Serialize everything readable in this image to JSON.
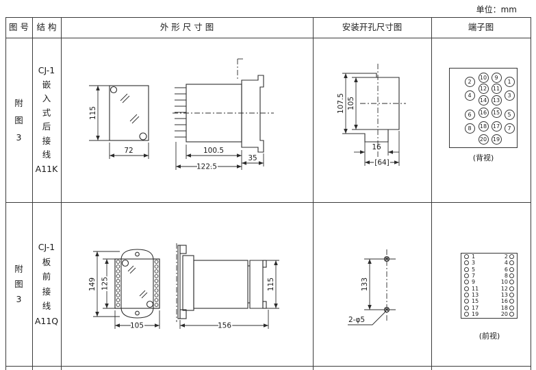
{
  "unit_label": "单位：mm",
  "headers": {
    "figure_no": "图 号",
    "structure": "结 构",
    "outline": "外 形 尺 寸 图",
    "mounting": "安装开孔尺寸图",
    "terminal": "端子图"
  },
  "rows": [
    {
      "figure_no": "附\n图\n3",
      "structure": "CJ-1\n嵌\n入\n式\n后\n接\n线\nA11K",
      "outline": {
        "height": "115",
        "width": "72",
        "depth_body": "100.5",
        "depth_total": "122.5",
        "flange": "35"
      },
      "mounting": {
        "height_outer": "107.5",
        "height_inner": "105",
        "notch": "16",
        "width": "[64]"
      },
      "terminal": {
        "caption": "(背视)",
        "outer_left": [
          "2",
          "4",
          "6",
          "8"
        ],
        "inner_left": [
          "10",
          "12",
          "14",
          "16",
          "18",
          "20"
        ],
        "inner_right": [
          "9",
          "11",
          "13",
          "15",
          "17",
          "19"
        ],
        "outer_right": [
          "1",
          "3",
          "5",
          "7"
        ]
      }
    },
    {
      "figure_no": "附\n图\n3",
      "structure": "CJ-1\n板\n前\n接\n线\nA11Q",
      "outline": {
        "height_outer": "149",
        "height_inner": "125",
        "width": "105",
        "depth_total": "156",
        "rear_height": "115"
      },
      "mounting": {
        "spacing": "133",
        "holes": "2-φ5"
      },
      "terminal": {
        "caption": "(前视)",
        "left": [
          "1",
          "3",
          "5",
          "7",
          "9",
          "11",
          "13",
          "15",
          "17",
          "19"
        ],
        "right": [
          "2",
          "4",
          "6",
          "8",
          "10",
          "12",
          "13",
          "16",
          "18",
          "20"
        ]
      }
    }
  ]
}
